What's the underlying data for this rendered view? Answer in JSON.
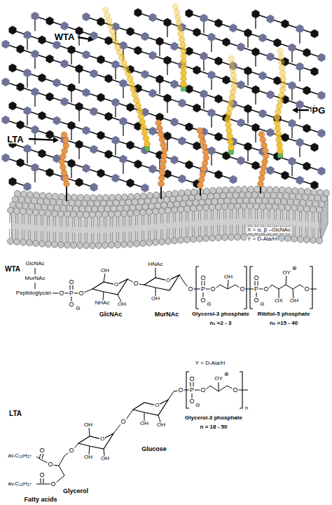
{
  "diagram": {
    "labels": [
      "WTA",
      "PG",
      "LTA",
      "X = α, β –GlcNAc",
      "Y = D-Ala/H",
      "WTA",
      "GlcNAc",
      "MurNAc",
      "Peptidoglycan",
      "O",
      "P",
      "O",
      "O",
      "⊖",
      "O",
      "O",
      "OH",
      "NHAc",
      "OH",
      "O",
      "O",
      "HNAc",
      "OH",
      "O",
      "P",
      "O",
      "O",
      "⊖",
      "O",
      "OH",
      "O",
      "P",
      "O",
      "O",
      "⊖",
      "O",
      "OX",
      "OY",
      "⊕",
      "OH",
      "O",
      "GlcNAc",
      "MurNAc",
      "Glycerol-3 phosphate",
      "n₁ =2 - 3",
      "Ribitol-5 phosphate",
      "n₂ =15 - 40",
      "Y = D-Ala/H",
      "LTA",
      "O",
      "P",
      "O",
      "O",
      "⊖",
      "O",
      "OY",
      "⊕",
      "O",
      "Glycerol-3 phosphate",
      "n = 18 - 50",
      "O",
      "OH",
      "OH",
      "O",
      "O",
      "OH",
      "OH",
      "OH",
      "Glucose",
      "O",
      "av.C₁₃H₂₇",
      "O",
      "O",
      "av.C₁₃H₂₇",
      "O",
      "O",
      "Glycerol",
      "Fatty acids",
      "n"
    ]
  }
}
